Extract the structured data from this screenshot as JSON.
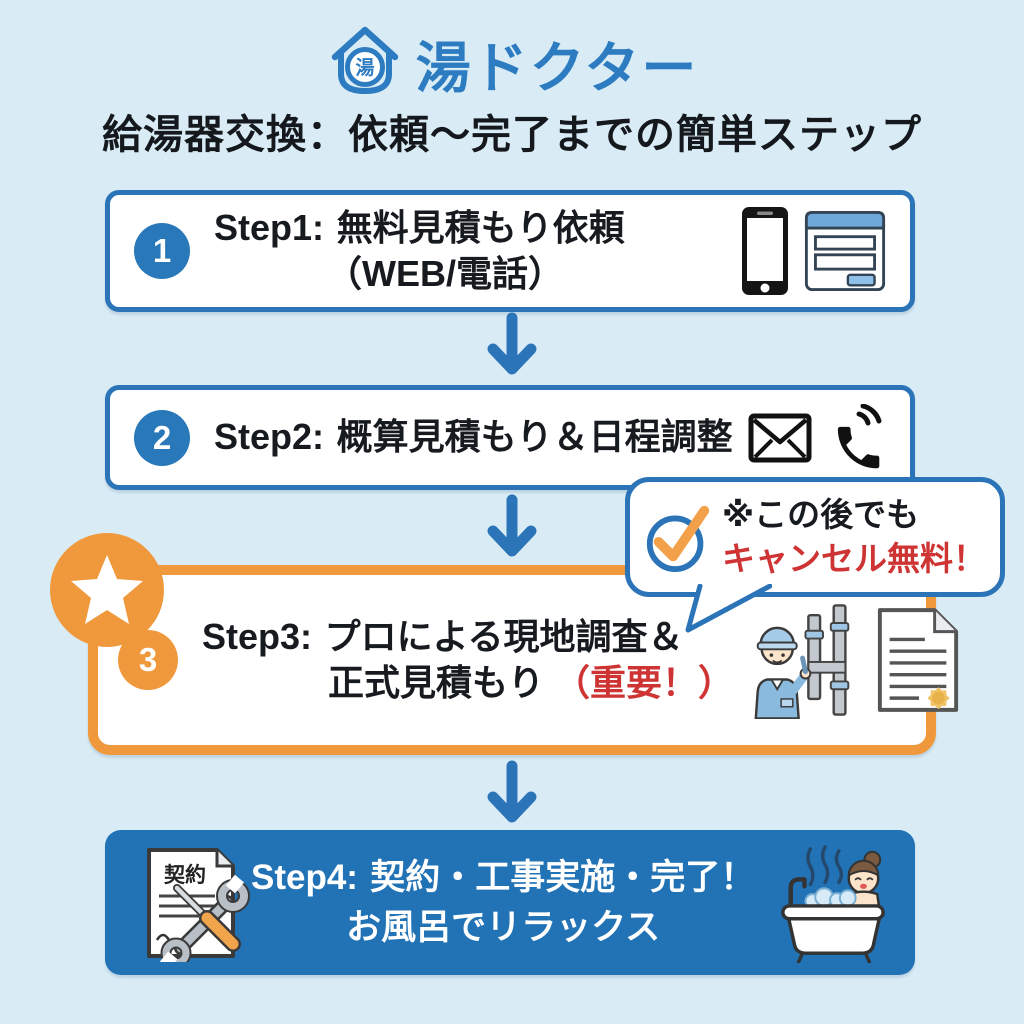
{
  "page": {
    "background": "#d9ecf6"
  },
  "colors": {
    "primary_blue": "#2b74b8",
    "logo_blue": "#2d7cc1",
    "accent_orange": "#f0993c",
    "alert_red": "#cf3434",
    "step4_background": "#2273b6"
  },
  "header": {
    "logo": {
      "icon": "house-hot-water-icon",
      "badge_char": "湯",
      "text": "湯ドクター"
    },
    "title": "給湯器交換：依頼〜完了までの簡単ステップ"
  },
  "flow": {
    "connector_icon": "arrow-down-icon"
  },
  "callout": {
    "icon": "checkmark-icon",
    "note_line": "※この後でも",
    "highlight_line": "キャンセル無料！"
  },
  "steps": [
    {
      "number": "1",
      "label": "Step1:",
      "title_line1": "無料見積もり依頼",
      "title_line2": "（WEB/電話）",
      "icons": [
        "smartphone-icon",
        "web-form-icon"
      ]
    },
    {
      "number": "2",
      "label": "Step2:",
      "title_line1": "概算見積もり＆日程調整",
      "icons": [
        "envelope-icon",
        "phone-call-icon"
      ]
    },
    {
      "number": "3",
      "label": "Step3:",
      "title_line1": "プロによる現地調査＆",
      "title_line2": "正式見積もり",
      "highlight": "（重要！）",
      "badge_icon": "star-icon",
      "icons": [
        "plumber-icon",
        "estimate-document-icon"
      ]
    },
    {
      "number": "4",
      "label": "Step4:",
      "title_line1": "契約・工事実施・完了！",
      "title_line2": "お風呂でリラックス",
      "icons": [
        "contract-and-tools-icon",
        "bathtub-relax-icon"
      ]
    }
  ],
  "contract_doc_label": "契約"
}
